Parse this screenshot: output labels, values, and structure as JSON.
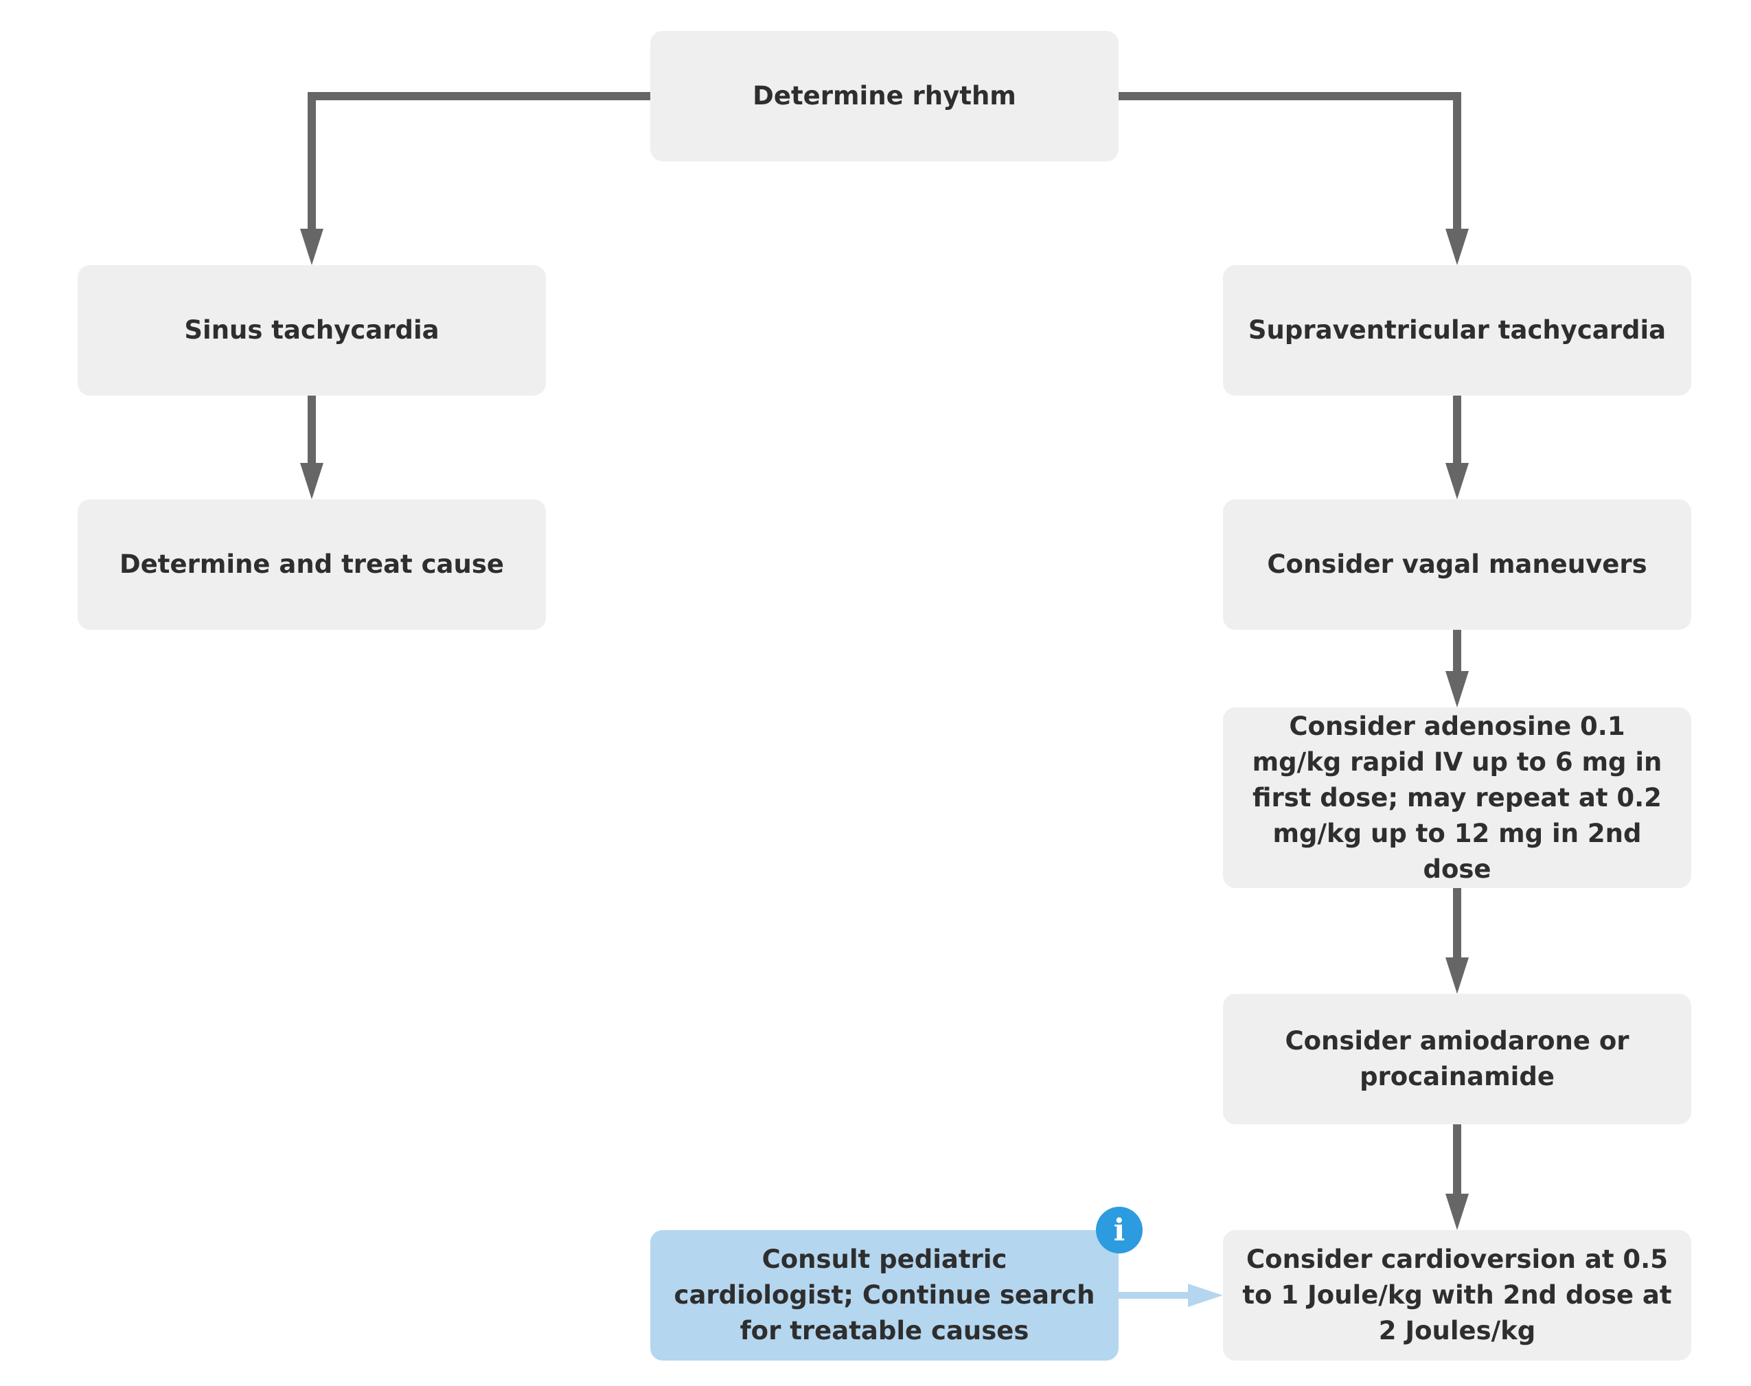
{
  "nodes": {
    "root": "Determine rhythm",
    "sinus": "Sinus tachycardia",
    "svt": "Supraventricular tachycardia",
    "cause": "Determine and treat cause",
    "vagal": "Consider vagal maneuvers",
    "adenosine": "Consider adenosine 0.1 mg/kg rapid IV up to 6 mg in first dose; may repeat at 0.2 mg/kg up to 12 mg in 2nd dose",
    "amiodarone": "Consider amiodarone or procainamide",
    "cardioversion": "Consider cardioversion at 0.5 to 1 Joule/kg with 2nd dose at 2 Joules/kg",
    "consult": "Consult pediatric cardiologist; Continue search for treatable causes"
  },
  "info_badge": {
    "glyph": "i",
    "icon": "info-icon"
  },
  "colors": {
    "node_fill": "#efefef",
    "highlight_fill": "#b5d6ef",
    "connector": "#666666",
    "highlight_connector": "#b5d6ef",
    "badge": "#2d9be0",
    "text": "#2e2e2e"
  }
}
